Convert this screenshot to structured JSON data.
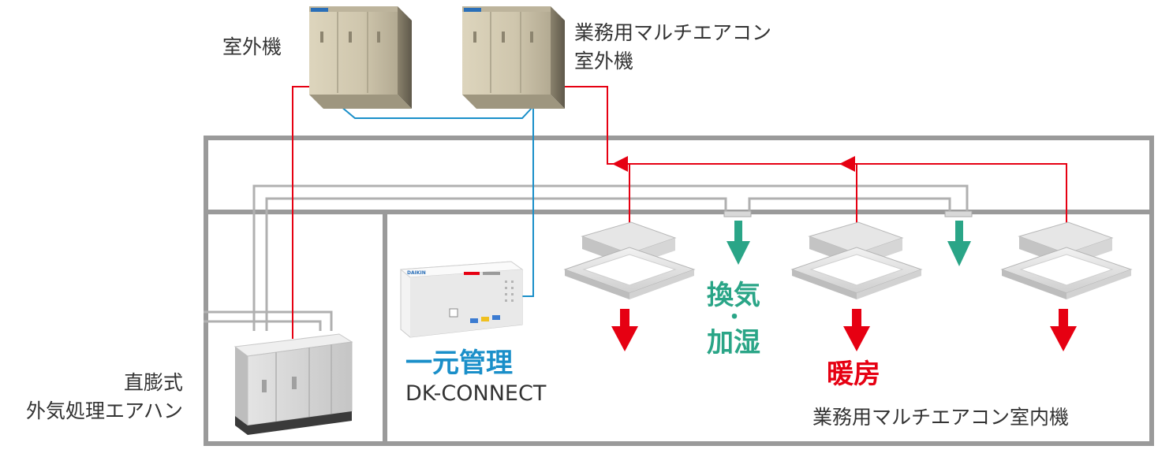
{
  "labels": {
    "outdoor_unit": "室外機",
    "multi_outdoor_line1": "業務用マルチエアコン",
    "multi_outdoor_line2": "室外機",
    "management": "一元管理",
    "dk_connect": "DK-CONNECT",
    "ventilation_line1": "換気",
    "ventilation_dot": "・",
    "ventilation_line2": "加湿",
    "heating": "暖房",
    "indoor_units": "業務用マルチエアコン室内機",
    "ahu_line1": "直膨式",
    "ahu_line2": "外気処理エアハン"
  },
  "colors": {
    "refrigerant": "#e60012",
    "communication": "#1a8fc9",
    "ventilation": "#2aa587",
    "management_text": "#1a8fc9",
    "heating_text": "#e60012",
    "structure": "#9a9a9a",
    "unit_body": "#cfc6ad"
  },
  "logo": "DAIKIN"
}
